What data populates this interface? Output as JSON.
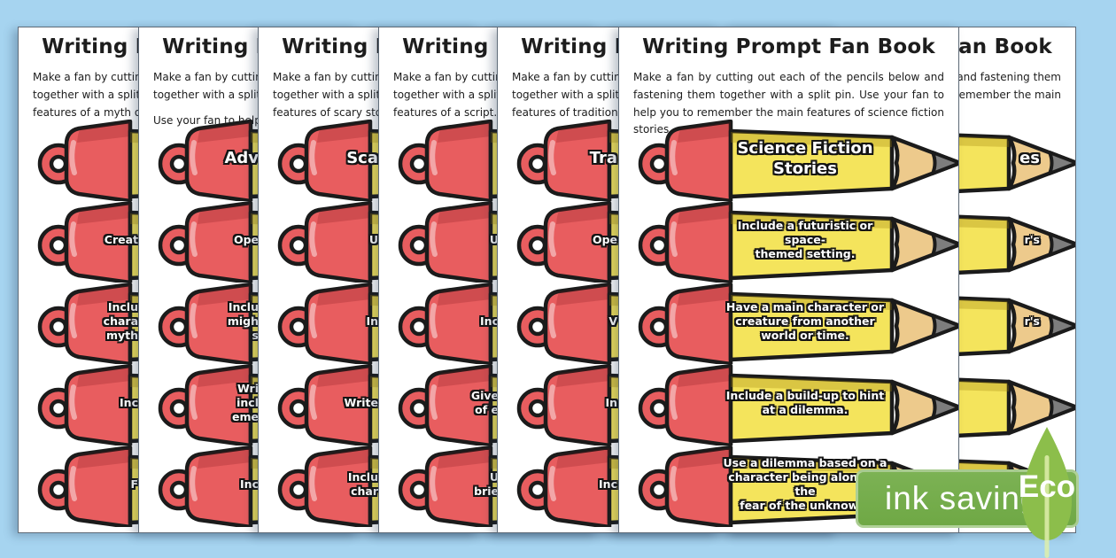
{
  "resource": {
    "badge": {
      "ink_label": "ink saving",
      "eco_label": "Eco"
    },
    "colors": {
      "canvas_bg": "#A6D4F0",
      "page_bg": "#FFFFFF",
      "pencil_red": "#E85D5F",
      "pencil_yellow": "#F4E45C",
      "pencil_wood": "#EDCA8C",
      "pencil_graphite": "#7D7D7D",
      "ink_badge_green": "#6FA845",
      "eco_leaf_green": "#8CBE4B"
    }
  },
  "sheets": [
    {
      "title": "Writing Prompt Fan Book",
      "instructions": [
        "Make a fan by cutting",
        "together with a split pi",
        "features of a myth or le"
      ],
      "pencils": [
        {
          "text": "",
          "is_title": true
        },
        {
          "text": "Creat"
        },
        {
          "text": "Inclu\nchara\nmyth"
        },
        {
          "text": "Inc"
        },
        {
          "text": "F"
        }
      ]
    },
    {
      "title": "Writing Prompt Fan Book",
      "instructions": [
        "Make a fan by cutting",
        "together with a split pin",
        "Use your fan to help you"
      ],
      "pencils": [
        {
          "text": "Adv",
          "is_title": true
        },
        {
          "text": "Ope"
        },
        {
          "text": "Inclu\nmigh\ns"
        },
        {
          "text": "Wri\nincl\neme"
        },
        {
          "text": "Inc"
        }
      ]
    },
    {
      "title": "Writing Prompt Fan Book",
      "instructions": [
        "Make a fan by cutting",
        "together with a split pi",
        "features of scary stories"
      ],
      "pencils": [
        {
          "text": "Sca",
          "is_title": true
        },
        {
          "text": "U"
        },
        {
          "text": "In"
        },
        {
          "text": "Write"
        },
        {
          "text": "Inclu\nchar"
        }
      ]
    },
    {
      "title": "Writing Prompt Fan Book",
      "instructions": [
        "Make a fan by cutting",
        "together with a split pi",
        "features of a script."
      ],
      "pencils": [
        {
          "text": "",
          "is_title": true
        },
        {
          "text": "U"
        },
        {
          "text": "Inc"
        },
        {
          "text": "Give\nof e"
        },
        {
          "text": "U\nbrie"
        }
      ]
    },
    {
      "title": "Writing Prompt Fan Book",
      "instructions": [
        "Make a fan by cutting",
        "together with a split pi",
        "features of traditional st"
      ],
      "pencils": [
        {
          "text": "Tra",
          "is_title": true
        },
        {
          "text": "Ope"
        },
        {
          "text": "V"
        },
        {
          "text": "In"
        },
        {
          "text": "Inc"
        }
      ]
    },
    {
      "title": "Writing Prompt Fan Book",
      "instructions": [
        "Make a fan by cutting out each of the pencils below and fastening them together with a split pin. Use your fan to help you to remember the main features of science fiction stories."
      ],
      "pencils": [
        {
          "text": "Science Fiction\nStories",
          "is_title": true
        },
        {
          "text": "Include a futuristic or space-\nthemed setting."
        },
        {
          "text": "Have a main character or\ncreature from another\nworld or time."
        },
        {
          "text": "Include a build-up to hint\nat a dilemma."
        },
        {
          "text": "Use a dilemma based on a\ncharacter being alone or the\nfear of the unknown."
        }
      ]
    },
    {
      "title": "Writing Prompt Fan Book",
      "instructions": [
        "ow and fastening them",
        "to remember the main"
      ],
      "pencils": [
        {
          "text": "es",
          "is_title": true
        },
        {
          "text": "r's"
        },
        {
          "text": "r's"
        },
        {
          "text": ""
        },
        {
          "text": ""
        }
      ]
    }
  ]
}
